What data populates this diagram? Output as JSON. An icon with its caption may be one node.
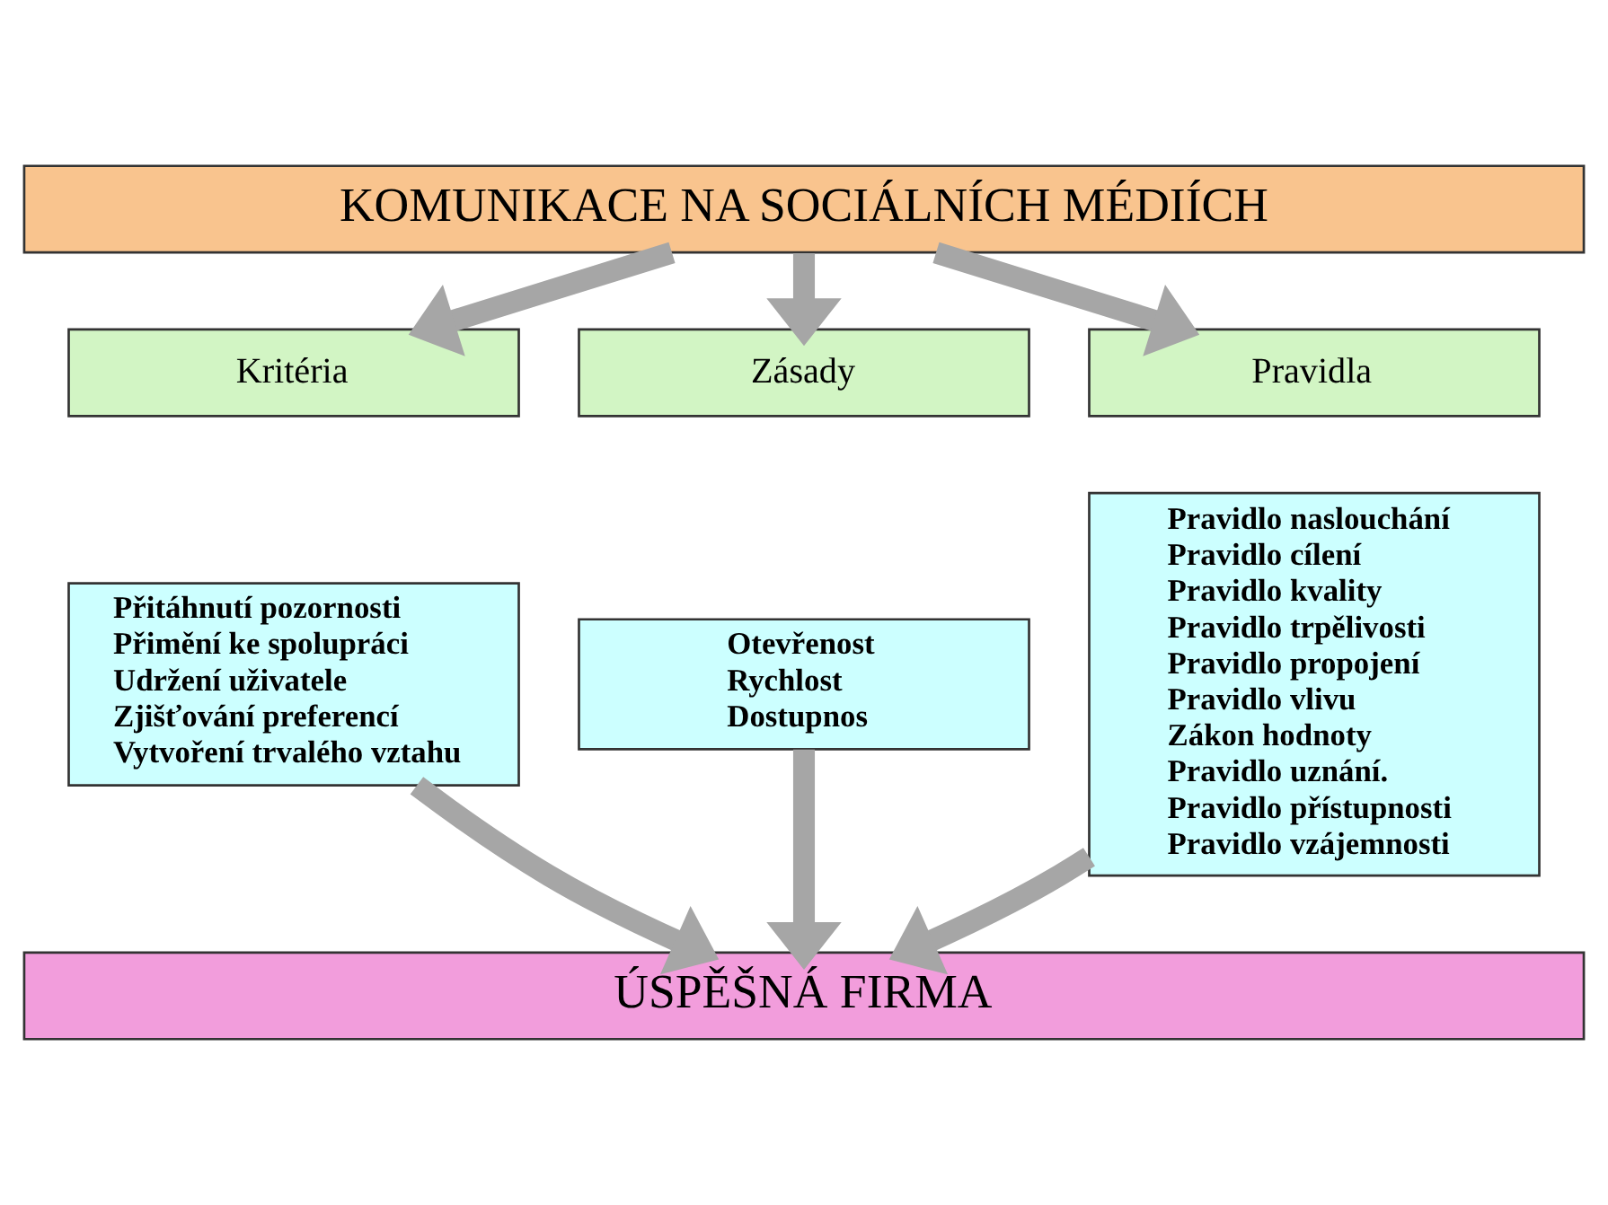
{
  "diagram": {
    "nodes": [
      {
        "text": [
          "KOMUNIKACE NA SOCIÁLNÍCH MÉDIÍCH"
        ]
      },
      {
        "text": [
          "Kritéria"
        ]
      },
      {
        "text": [
          "Přitáhnutí pozornosti",
          "Přimění ke spolupráci",
          "Udržení uživatele",
          "Zjišťování preferencí",
          "Vytvoření trvalého vztahu"
        ]
      },
      {
        "text": [
          "Zásady"
        ]
      },
      {
        "text": [
          "Otevřenost",
          "Rychlost",
          "Dostupnos"
        ]
      },
      {
        "text": [
          "Pravidla"
        ]
      },
      {
        "text": [
          "Pravidlo naslouchání",
          "Pravidlo cílení",
          "Pravidlo kvality",
          "Pravidlo trpělivosti",
          "Pravidlo propojení",
          "Pravidlo vlivu",
          "Zákon hodnoty",
          "Pravidlo uznání.",
          "Pravidlo přístupnosti",
          "Pravidlo vzájemnosti"
        ]
      },
      {
        "text": [
          "ÚSPĚŠNÁ FIRMA"
        ]
      }
    ],
    "edges": [
      {
        "from": 0,
        "to": 1,
        "arrow": "to"
      },
      {
        "from": 0,
        "to": 3,
        "arrow": "to"
      },
      {
        "from": 0,
        "to": 5,
        "arrow": "to"
      },
      {
        "from": 2,
        "to": 7,
        "arrow": "to"
      },
      {
        "from": 4,
        "to": 7,
        "arrow": "to"
      },
      {
        "from": 6,
        "to": 7,
        "arrow": "to"
      }
    ]
  }
}
